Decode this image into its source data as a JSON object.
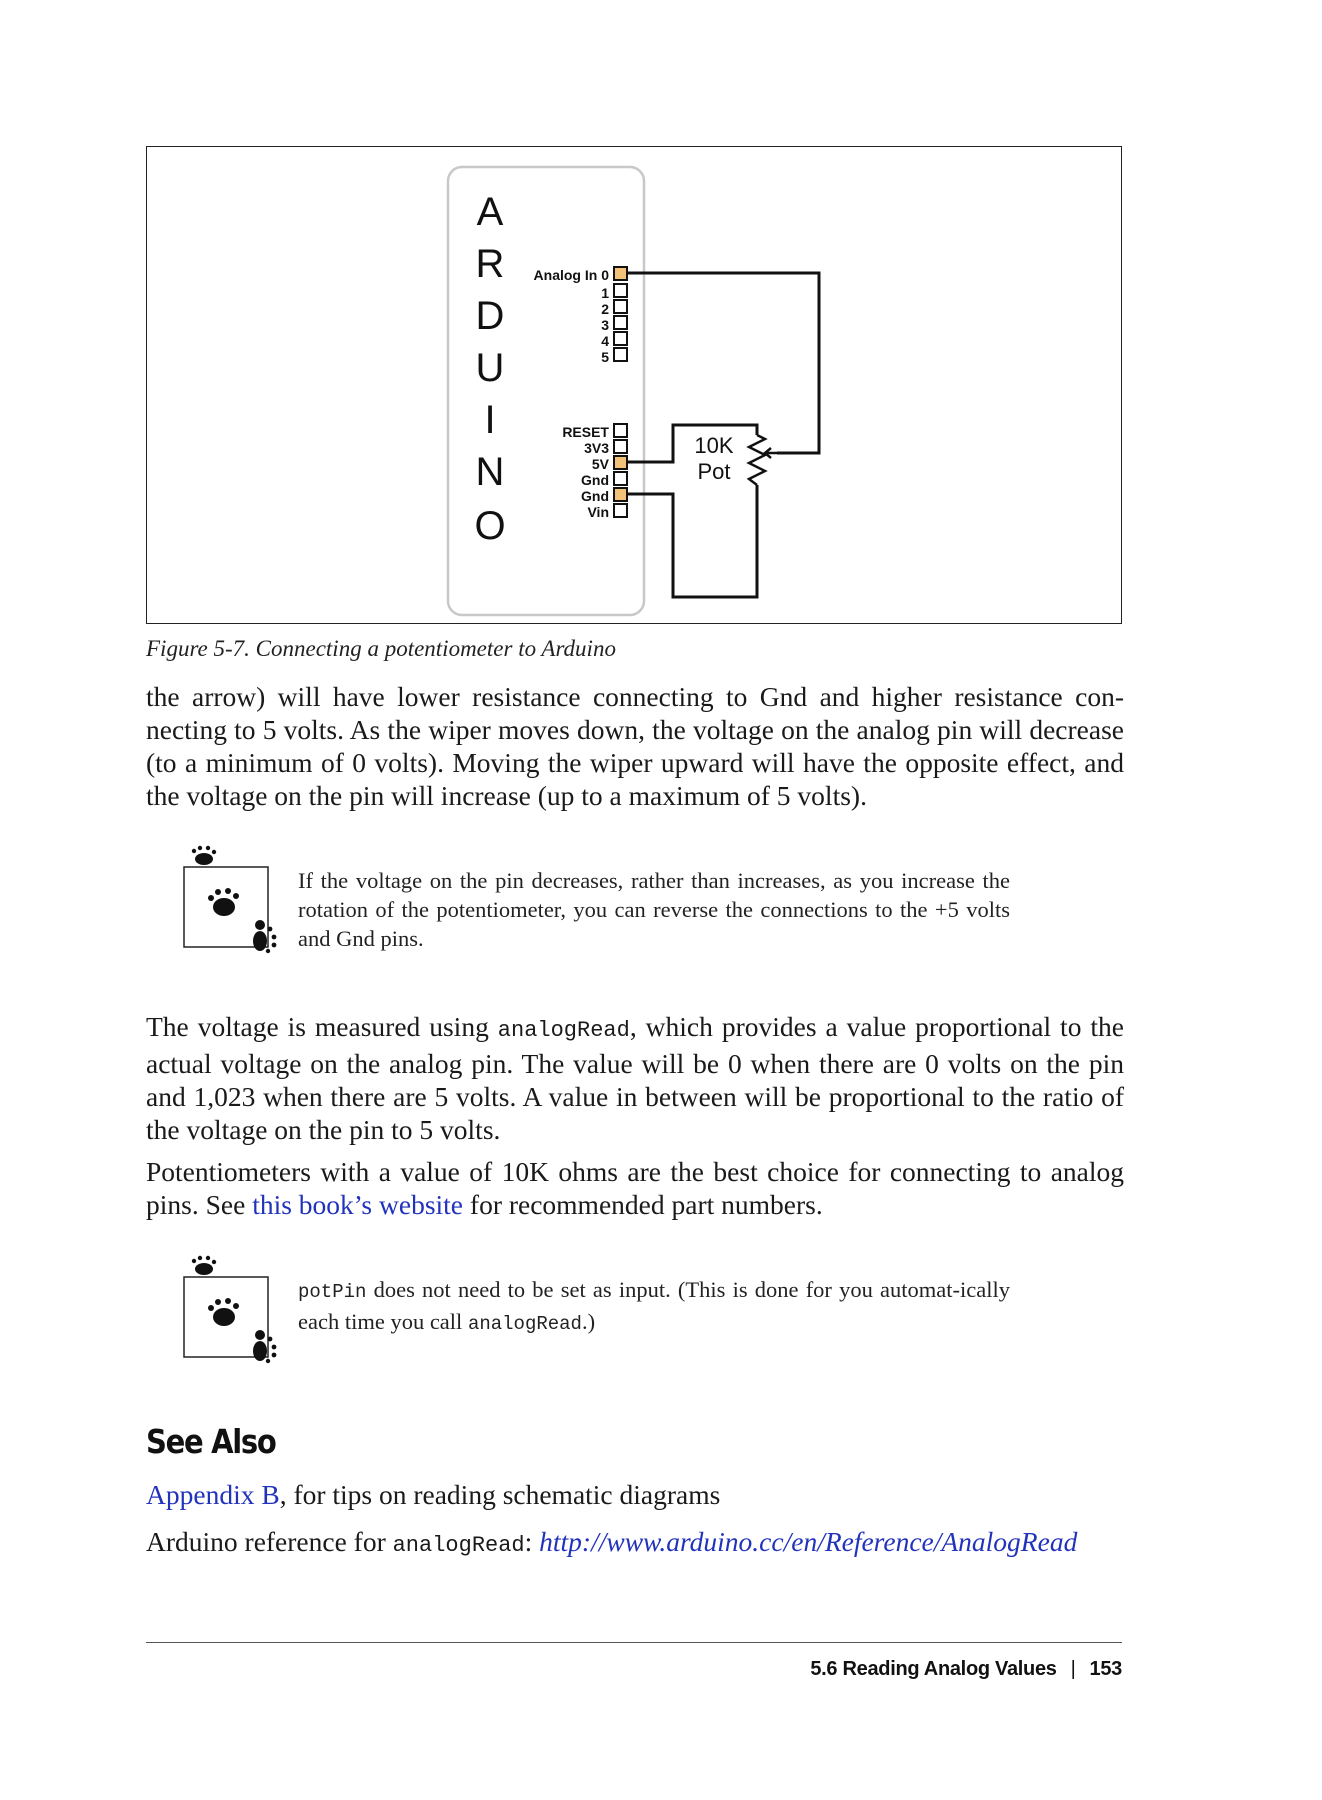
{
  "figure": {
    "board_letters": [
      "A",
      "R",
      "D",
      "U",
      "I",
      "N",
      "O"
    ],
    "analog_label": "Analog In 0",
    "analog_pins": [
      "1",
      "2",
      "3",
      "4",
      "5"
    ],
    "power_pins": [
      "RESET",
      "3V3",
      "5V",
      "Gnd",
      "Gnd",
      "Vin"
    ],
    "pot_label_1": "10K",
    "pot_label_2": "Pot",
    "caption": "Figure 5-7. Connecting a potentiometer to Arduino",
    "colors": {
      "pin_connected": "#f2c27a",
      "board_border": "#cccccc",
      "wire": "#111111"
    }
  },
  "paragraphs": {
    "p1": "the arrow) will have lower resistance connecting to Gnd and higher resistance con-necting to 5 volts. As the wiper moves down, the voltage on the analog pin will decrease (to a minimum of 0 volts). Moving the wiper upward will have the opposite effect, and the voltage on the pin will increase (up to a maximum of 5 volts).",
    "p2_before": "The voltage is measured using ",
    "p2_code": "analogRead",
    "p2_after": ", which provides a value proportional to the actual voltage on the analog pin. The value will be 0 when there are 0 volts on the pin and 1,023 when there are 5 volts. A value in between will be proportional to the ratio of the voltage on the pin to 5 volts.",
    "p3_before": "Potentiometers with a value of 10K ohms are the best choice for connecting to analog pins. See ",
    "p3_link": "this book’s website",
    "p3_after": " for recommended part numbers."
  },
  "notes": {
    "note1": "If the voltage on the pin decreases, rather than increases, as you increase the rotation of the potentiometer, you can reverse the connections to the +5 volts and Gnd pins.",
    "note2_code1": "potPin",
    "note2_mid": " does not need to be set as input. (This is done for you automat-ically each time you call ",
    "note2_code2": "analogRead",
    "note2_end": ".)"
  },
  "see_also": {
    "heading": "See Also",
    "item1_link": "Appendix B",
    "item1_text": ", for tips on reading schematic diagrams",
    "item2_text": "Arduino reference for ",
    "item2_code": "analogRead",
    "item2_colon": ": ",
    "item2_url": "http://www.arduino.cc/en/Reference/AnalogRead"
  },
  "footer": {
    "section": "5.6 Reading Analog Values",
    "separator": "|",
    "page_number": "153"
  }
}
